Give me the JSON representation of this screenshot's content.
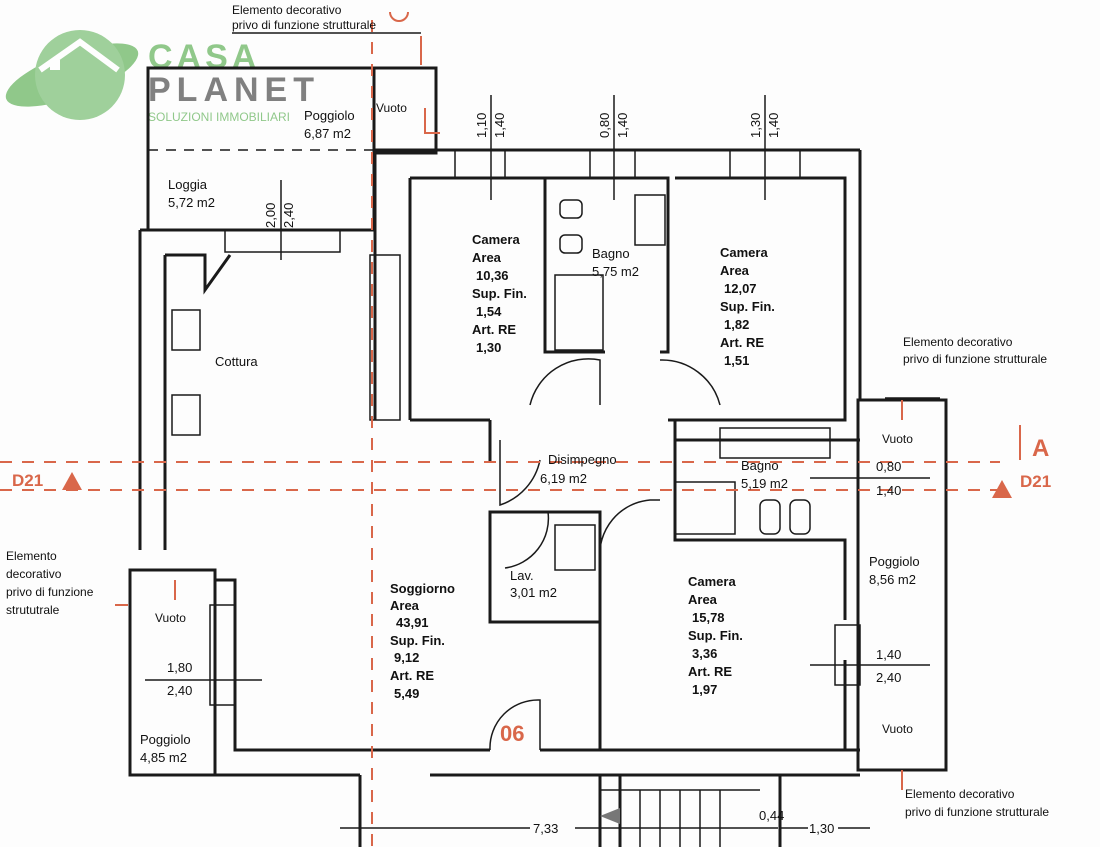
{
  "logo": {
    "line1": "CASA",
    "line2": "PLANET",
    "tagline": "SOLUZIONI IMMOBILIARI",
    "color_green": "#7dbf76",
    "color_gray": "#6b6b6b"
  },
  "accent_color": "#d9674a",
  "notes": {
    "top": [
      "Elemento decorativo",
      "privo di funzione strutturale"
    ],
    "right_top": [
      "Elemento decorativo",
      "privo di funzione strutturale"
    ],
    "right_bottom": [
      "Elemento decorativo",
      "privo di funzione strutturale"
    ],
    "left": [
      "Elemento",
      "decorativo",
      "privo di funzione",
      "strututrale"
    ]
  },
  "rooms": {
    "poggiolo_top": [
      "Poggiolo",
      "6,87 m2"
    ],
    "loggia": [
      "Loggia",
      "5,72 m2"
    ],
    "vuoto": "Vuoto",
    "cottura": "Cottura",
    "camera1": [
      "Camera",
      "Area",
      "10,36",
      "Sup. Fin.",
      "1,54",
      "Art. RE",
      "1,30"
    ],
    "bagno1": [
      "Bagno",
      "5,75 m2"
    ],
    "camera2": [
      "Camera",
      "Area",
      "12,07",
      "Sup. Fin.",
      "1,82",
      "Art. RE",
      "1,51"
    ],
    "disimpegno": [
      "Disimpegno",
      "6,19 m2"
    ],
    "bagno2": [
      "Bagno",
      "5,19 m2"
    ],
    "lav": [
      "Lav.",
      "3,01 m2"
    ],
    "soggiorno": [
      "Soggiorno",
      "Area",
      "43,91",
      "Sup. Fin.",
      "9,12",
      "Art. RE",
      "5,49"
    ],
    "camera3": [
      "Camera",
      "Area",
      "15,78",
      "Sup. Fin.",
      "3,36",
      "Art. RE",
      "1,97"
    ],
    "poggiolo_right": [
      "Poggiolo",
      "8,56 m2"
    ],
    "poggiolo_left": [
      "Poggiolo",
      "4,85 m2"
    ]
  },
  "dimensions": {
    "loggia_win": [
      "2,00",
      "2,40"
    ],
    "cam1_win": [
      "1,10",
      "1,40"
    ],
    "bagno_win": [
      "0,80",
      "1,40"
    ],
    "cam2_win": [
      "1,30",
      "1,40"
    ],
    "bagno2_win": [
      "0,80",
      "1,40"
    ],
    "cam3_win": [
      "1,40",
      "2,40"
    ],
    "left_win": [
      "1,80",
      "2,40"
    ],
    "bottom": [
      "7,33",
      "0,44",
      "1,30"
    ]
  },
  "section": {
    "letter": "A",
    "code": "D21"
  },
  "unit_number": "06"
}
